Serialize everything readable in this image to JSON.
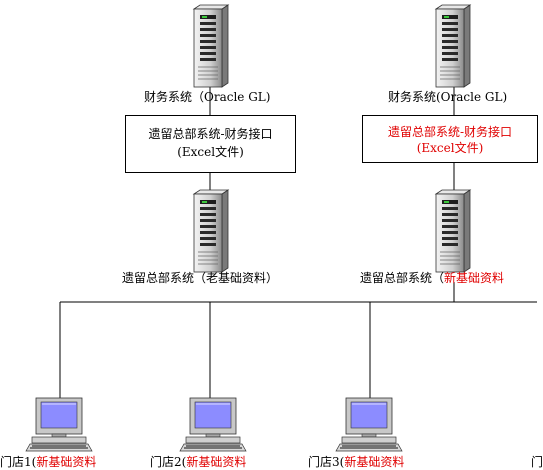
{
  "servers": {
    "finance_left": {
      "label": "财务系统（Oracle GL)"
    },
    "finance_right": {
      "label": "财务系统(Oracle GL)"
    },
    "legacy_left": {
      "label_main": "遗留总部系统（老基础资料）"
    },
    "legacy_right": {
      "label_main": "遗留总部系统（",
      "label_red": "新基础资料"
    }
  },
  "interfaces": {
    "left": {
      "line1": "遗留总部系统-财务接口",
      "line2": "(Excel文件)"
    },
    "right": {
      "line1": "遗留总部系统-财务接口",
      "line2": "(Excel文件)"
    }
  },
  "stores": [
    {
      "prefix": "门店1(",
      "suffix": "新基础资料"
    },
    {
      "prefix": "门店2(",
      "suffix": "新基础资料"
    },
    {
      "prefix": "门店3(",
      "suffix": "新基础资料"
    }
  ],
  "edge_fragment": "门",
  "colors": {
    "highlight": "#e00000",
    "screen": "#8c8cff",
    "case": "#c8c8c8"
  }
}
